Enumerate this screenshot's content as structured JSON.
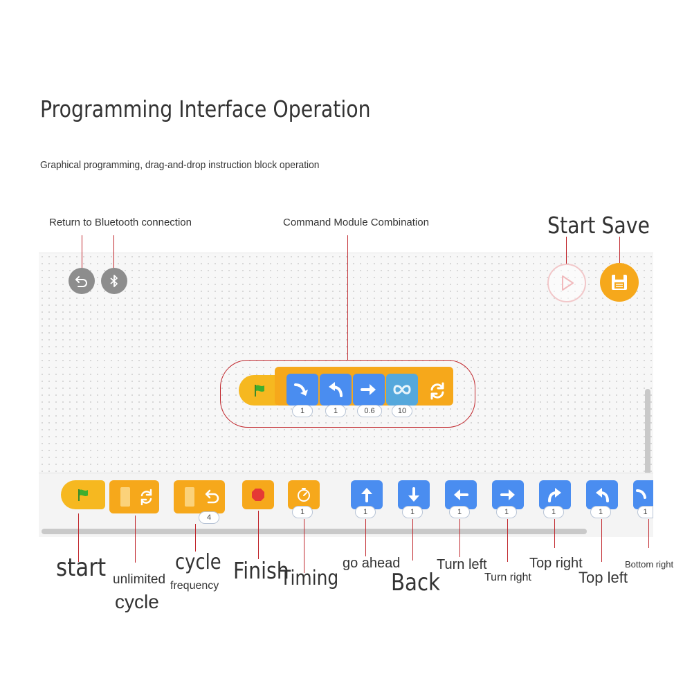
{
  "header": {
    "title": "Programming Interface Operation",
    "subtitle": "Graphical programming, drag-and-drop instruction block operation"
  },
  "callouts": {
    "return_bluetooth": "Return to Bluetooth connection",
    "command_combo": "Command Module Combination",
    "start_save": "Start Save"
  },
  "combo": {
    "params": [
      "1",
      "1",
      "0.6",
      "10"
    ]
  },
  "palette": {
    "cycle_count": "4",
    "timing_value": "1",
    "move_values": [
      "1",
      "1",
      "1",
      "1",
      "1",
      "1",
      "1"
    ]
  },
  "labels": {
    "start": "start",
    "unlimited": "unlimited",
    "unlimited_cycle": "cycle",
    "cycle": "cycle",
    "frequency": "frequency",
    "finish": "Finish",
    "timing": "Timing",
    "go_ahead": "go ahead",
    "back": "Back",
    "turn_left": "Turn left",
    "turn_right": "Turn right",
    "top_right": "Top right",
    "top_left": "Top left",
    "bottom_right": "Bottom right"
  },
  "colors": {
    "blue_block": "#4a8df0",
    "orange_block": "#f6a81b",
    "annotation_line": "#c0252b"
  }
}
